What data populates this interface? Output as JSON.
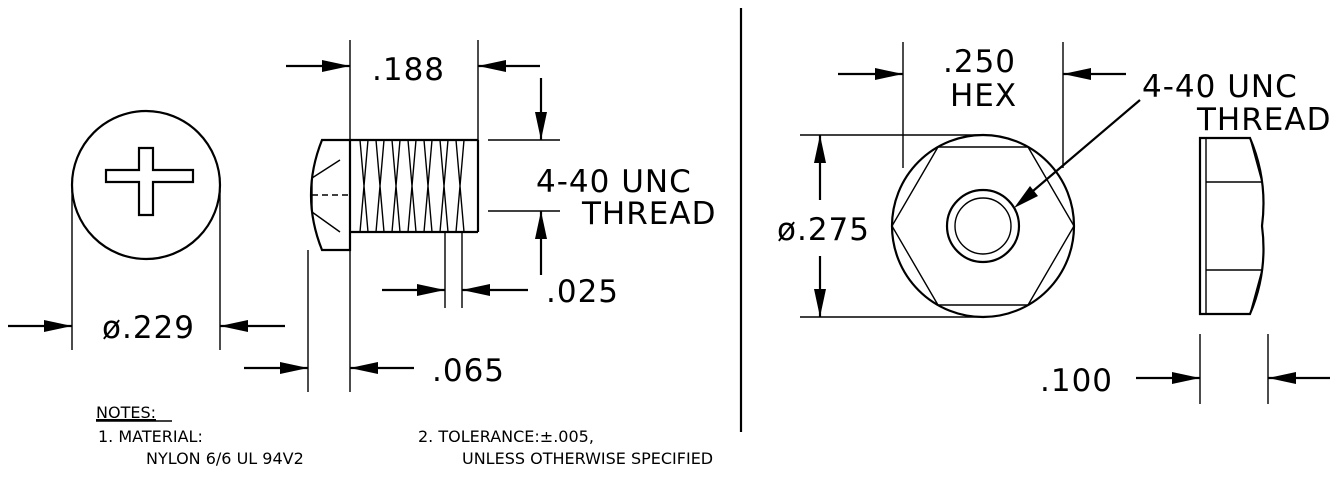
{
  "screw_view": {
    "head_diameter": "ø.229",
    "head_height": ".188",
    "head_thickness": ".065",
    "thread_depth": ".025",
    "thread_line1": "4-40 UNC",
    "thread_line2": "THREAD"
  },
  "nut_view": {
    "hex_size_line1": ".250",
    "hex_size_line2": "HEX",
    "outer_diameter": "ø.275",
    "thickness": ".100",
    "thread_line1": "4-40 UNC",
    "thread_line2": "THREAD"
  },
  "notes": {
    "heading": "NOTES:",
    "note1_line1": "1. MATERIAL:",
    "note1_line2": "NYLON 6/6 UL 94V2",
    "note2_line1": "2. TOLERANCE:±.005,",
    "note2_line2": "UNLESS OTHERWISE SPECIFIED"
  }
}
